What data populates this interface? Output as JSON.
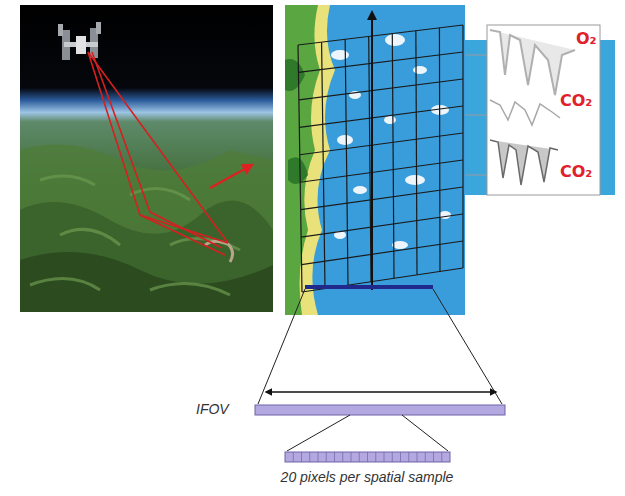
{
  "diagram": {
    "labels": [
      "O₂",
      "CO₂",
      "CO₂",
      "IFOV",
      "20 pixels per spatial sample"
    ]
  }
}
